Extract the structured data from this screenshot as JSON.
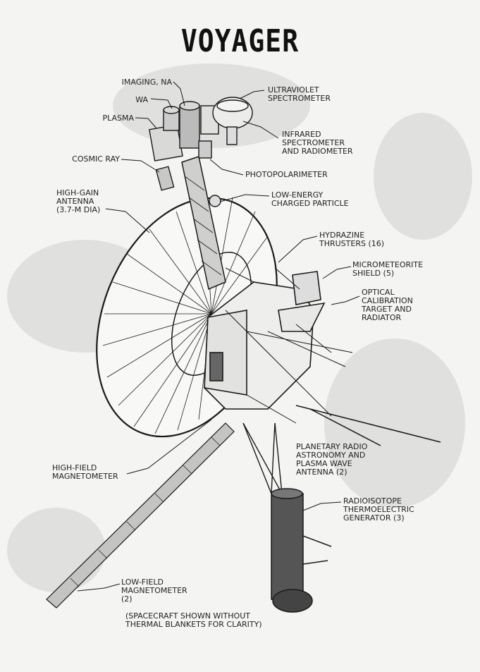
{
  "title": "VOYAGER",
  "labels": {
    "imaging_na": "IMAGING, NA",
    "wa": "WA",
    "plasma": "PLASMA",
    "cosmic_ray": "COSMIC RAY",
    "high_gain_antenna": "HIGH-GAIN\nANTENNA\n(3.7-m DIA)",
    "ultraviolet": "ULTRAVIOLET\nSPECTROMETER",
    "infrared": "INFRARED\nSPECTROMETER\nAND RADIOMETER",
    "photopolarimeter": "PHOTOPOLARIMETER",
    "low_energy": "LOW-ENERGY\nCHARGED PARTICLE",
    "hydrazine": "HYDRAZINE\nTHRUSTERS (16)",
    "micrometeorite": "MICROMETEORITE\nSHIELD (5)",
    "optical": "OPTICAL\nCALIBRATION\nTARGET AND\nRADIATOR",
    "planetary_radio": "PLANETARY RADIO\nASTRONOMY AND\nPLASMA WAVE\nANTENNA (2)",
    "rtg": "RADIOISOTOPE\nTHERMOELECTRIC\nGENERATOR (3)",
    "high_field": "HIGH-FIELD\nMAGNETOMETER",
    "low_field": "LOW-FIELD\nMAGNETOMETER\n(2)",
    "note": "(SPACECRAFT SHOWN WITHOUT\nTHERMAL BLANKETS FOR CLARITY)"
  },
  "colors": {
    "ink": "#1a1a1a",
    "paper": "#f4f4f2"
  }
}
